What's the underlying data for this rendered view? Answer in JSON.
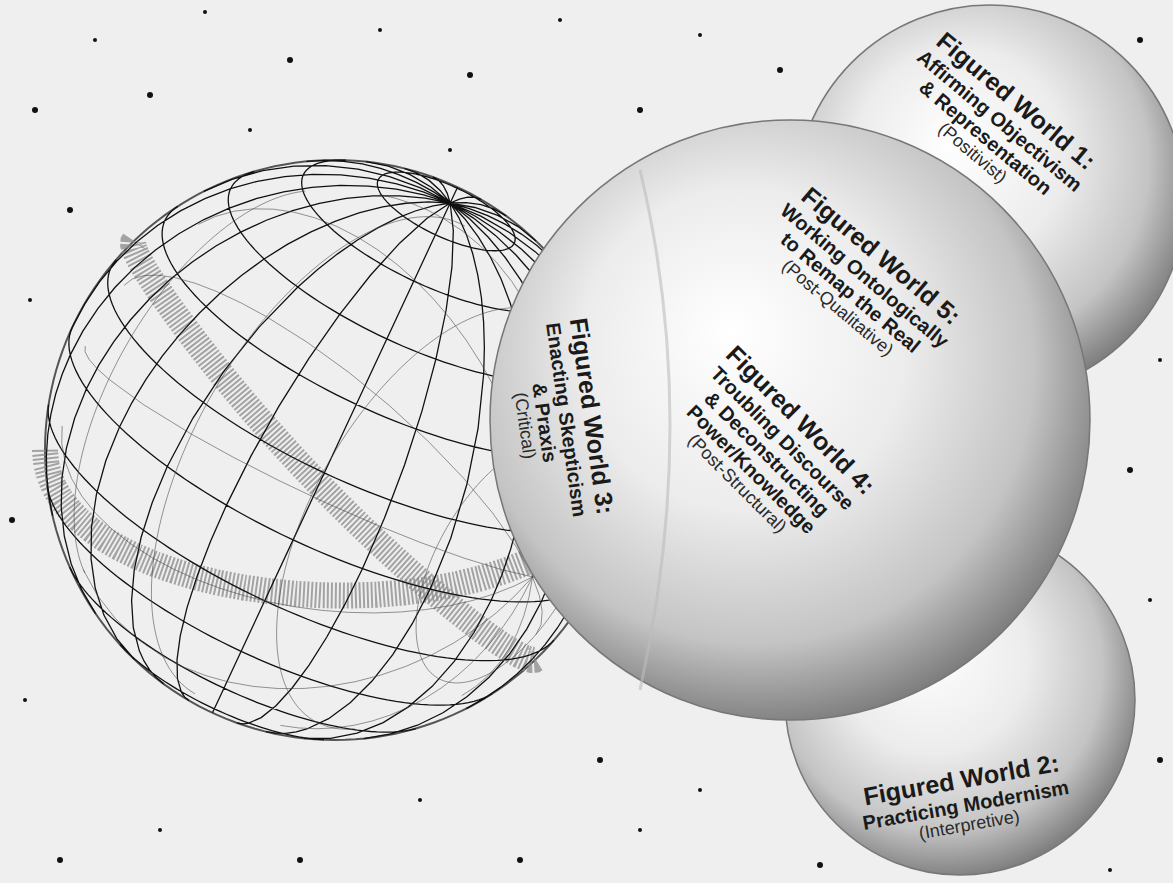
{
  "diagram": {
    "nodes": [
      {
        "text": [
          "Figured World 1:",
          "Affirming Objectivism & Representation",
          "(Positivist)"
        ]
      },
      {
        "text": [
          "Figured World 2:",
          "Practicing Modernism",
          "(Interpretive)"
        ]
      },
      {
        "text": [
          "Figured World 3:",
          "Enacting Skepticism & Praxis",
          "(Critical)"
        ]
      },
      {
        "text": [
          "Figured World 4:",
          "Troubling Discourse & Deconstructing Power/Knowledge",
          "(Post-Structural)"
        ]
      },
      {
        "text": [
          "Figured World 5:",
          "Working Ontologically to Remap the Real",
          "(Post-Qualitative)"
        ]
      }
    ]
  }
}
